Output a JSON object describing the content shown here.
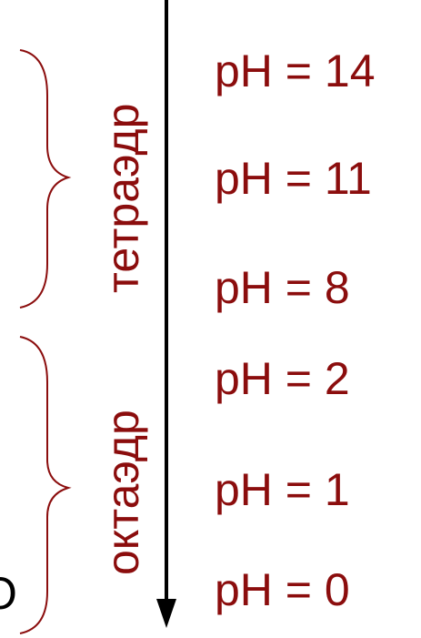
{
  "labels": {
    "tetrahedral": "тетраэдр",
    "octahedral": "октаэдр"
  },
  "ph_levels": [
    "pH = 14",
    "pH = 11",
    "pH = 8",
    "pH = 2",
    "pH = 1",
    "pH = 0"
  ],
  "edge_glyph": "O",
  "colors": {
    "accent": "#8b0d0d",
    "arrow": "#000000",
    "brace": "#8b0d0d"
  }
}
